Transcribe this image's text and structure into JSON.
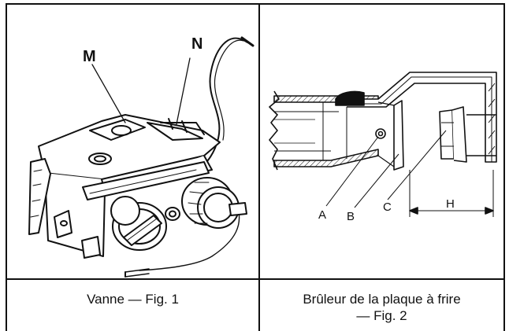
{
  "figure1": {
    "labels": {
      "m": "M",
      "n": "N"
    },
    "caption": "Vanne — Fig. 1"
  },
  "figure2": {
    "labels": {
      "a": "A",
      "b": "B",
      "c": "C",
      "h": "H"
    },
    "caption_line1": "Brûleur de la plaque à frire",
    "caption_line2": "— Fig. 2"
  }
}
